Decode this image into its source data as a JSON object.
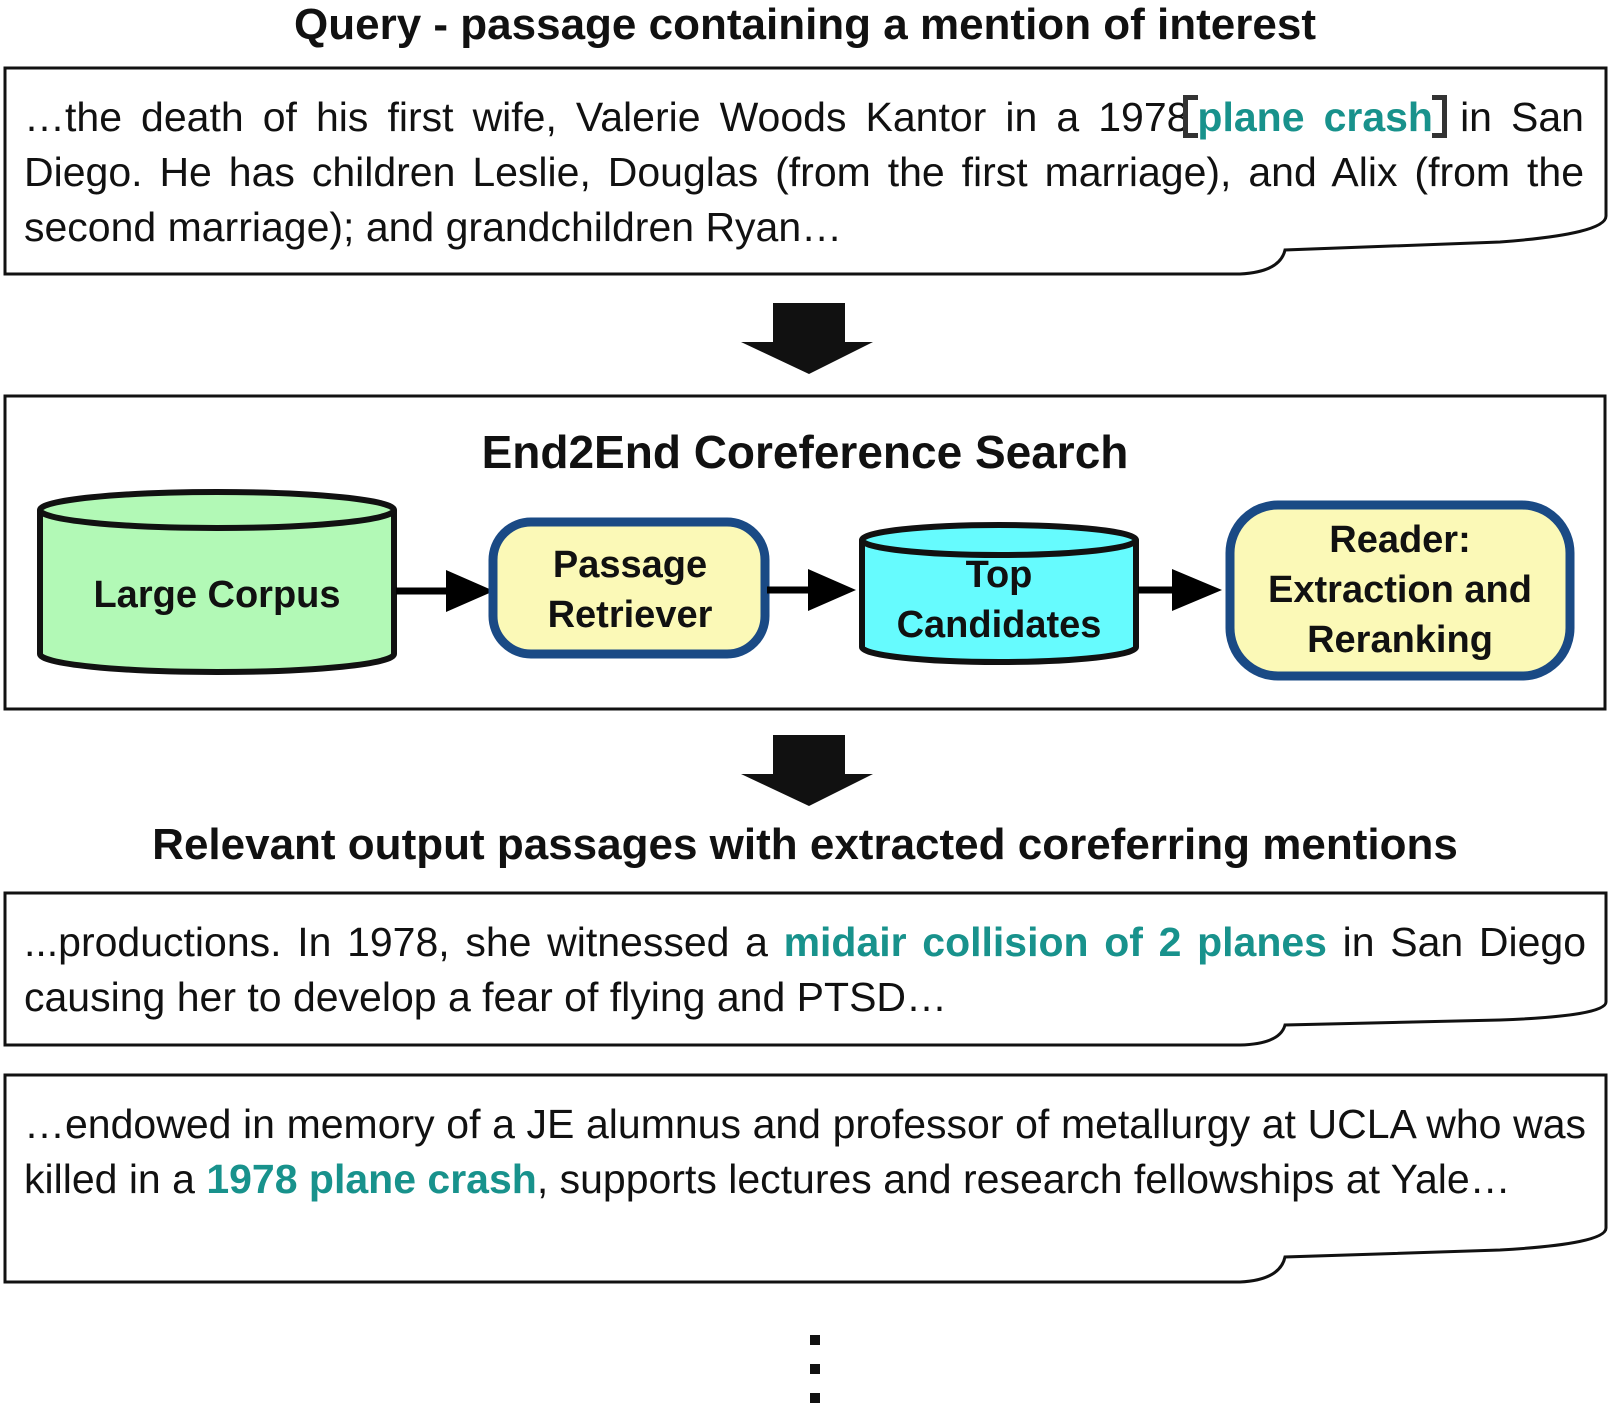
{
  "query": {
    "heading": "Query - passage containing a mention of interest",
    "text_before": "…the death of his first wife, Valerie Woods Kantor in a 1978",
    "mention": "plane crash",
    "text_after": "in San Diego. He has children Leslie, Douglas (from the first marriage), and Alix (from the second marriage); and grandchildren Ryan…"
  },
  "pipeline": {
    "title": "End2End Coreference Search",
    "nodes": [
      {
        "label": "Large Corpus",
        "shape": "cylinder",
        "fill": "#b2f9b6"
      },
      {
        "label": "Passage Retriever",
        "shape": "rounded-box",
        "fill": "#fbf9b7",
        "border": "#1a4a85"
      },
      {
        "label": "Top Candidates",
        "shape": "cylinder",
        "fill": "#66fbfe"
      },
      {
        "label": "Reader: Extraction and Reranking",
        "shape": "rounded-box",
        "fill": "#fbf9b7",
        "border": "#1a4a85"
      }
    ]
  },
  "output": {
    "heading": "Relevant output passages with extracted coreferring mentions",
    "passages": [
      {
        "text_before": "...productions. In 1978, she witnessed a ",
        "mention": "midair collision of 2 planes",
        "text_after": " in San Diego causing her to develop a fear of flying and PTSD…"
      },
      {
        "text_before": "…endowed in memory of a JE alumnus and professor of metallurgy at UCLA who was killed in a ",
        "mention": "1978 plane crash",
        "text_after": ", supports lectures and research fellowships at Yale…"
      }
    ]
  },
  "colors": {
    "mention_highlight": "#18928c",
    "bracket": "#333333",
    "box_border": "#1a4a85"
  }
}
